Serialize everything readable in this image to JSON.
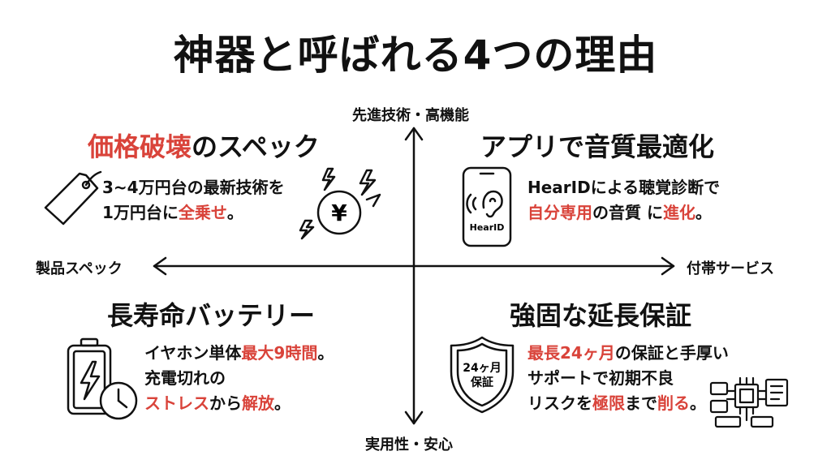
{
  "title": "神器と呼ばれる4つの理由",
  "axes": {
    "top": "先進技術・高機能",
    "bottom": "実用性・安心",
    "left": "製品スペック",
    "right": "付帯サービス"
  },
  "colors": {
    "accent": "#d9433a",
    "text": "#111111"
  },
  "quadrants": {
    "top_left": {
      "head_red": "価格破壊",
      "head_rest": "のスペック",
      "line1": "3~4万円台の最新技術を",
      "line2_a": "1万円台に",
      "line2_red": "全乗せ",
      "line2_b": "。",
      "icons": [
        "price-tag-icon",
        "yen-coin-icon",
        "lightning-icon"
      ],
      "coin_text": "¥"
    },
    "top_right": {
      "head": "アプリで音質最適化",
      "line1": "HearIDによる聴覚診断で",
      "line2_red1": "自分専用",
      "line2_mid": "の音質 に",
      "line2_red2": "進化",
      "line2_end": "。",
      "icons": [
        "smartphone-ear-icon"
      ],
      "phone_label": "HearID"
    },
    "bottom_left": {
      "head": "長寿命バッテリー",
      "line1_a": "イヤホン単体",
      "line1_red": "最大9時間",
      "line1_b": "。",
      "line2": "充電切れの",
      "line3_red1": "ストレス",
      "line3_mid": "から",
      "line3_red2": "解放",
      "line3_end": "。",
      "icons": [
        "battery-icon",
        "clock-icon"
      ]
    },
    "bottom_right": {
      "head": "強固な延長保証",
      "line1_red": "最長24ヶ月",
      "line1_b": "の保証と手厚い",
      "line2": "サポートで初期不良",
      "line3_a": "リスクを",
      "line3_red": "極限",
      "line3_mid": "まで",
      "line3_red2": "削る",
      "line3_end": "。",
      "icons": [
        "shield-icon",
        "circuit-chip-icon"
      ],
      "shield_line1": "24ヶ月",
      "shield_line2": "保証"
    }
  }
}
